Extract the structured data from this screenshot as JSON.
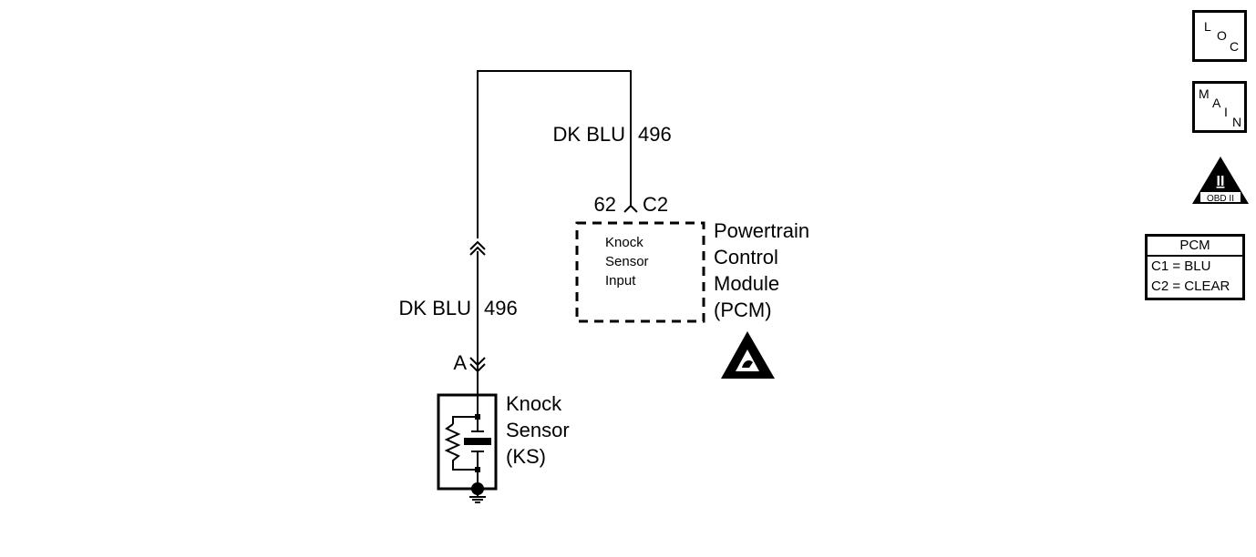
{
  "wires": {
    "upper": {
      "color": "DK BLU",
      "circuit": "496"
    },
    "lower": {
      "color": "DK BLU",
      "circuit": "496"
    }
  },
  "pcm_connector": {
    "pin": "62",
    "connector": "C2"
  },
  "ks_connector": {
    "pin": "A"
  },
  "pcm": {
    "input_lines": [
      "Knock",
      "Sensor",
      "Input"
    ],
    "name_lines": [
      "Powertrain",
      "Control",
      "Module",
      "(PCM)"
    ]
  },
  "knock_sensor": {
    "name_lines": [
      "Knock",
      "Sensor",
      "(KS)"
    ]
  },
  "nav_icons": {
    "loc": [
      "L",
      "O",
      "C"
    ],
    "main": [
      "M",
      "A",
      "I",
      "N"
    ],
    "obd": {
      "numeral": "II",
      "text": "OBD II"
    }
  },
  "legend": {
    "title": "PCM",
    "rows": [
      "C1 = BLU",
      "C2 = CLEAR"
    ]
  }
}
